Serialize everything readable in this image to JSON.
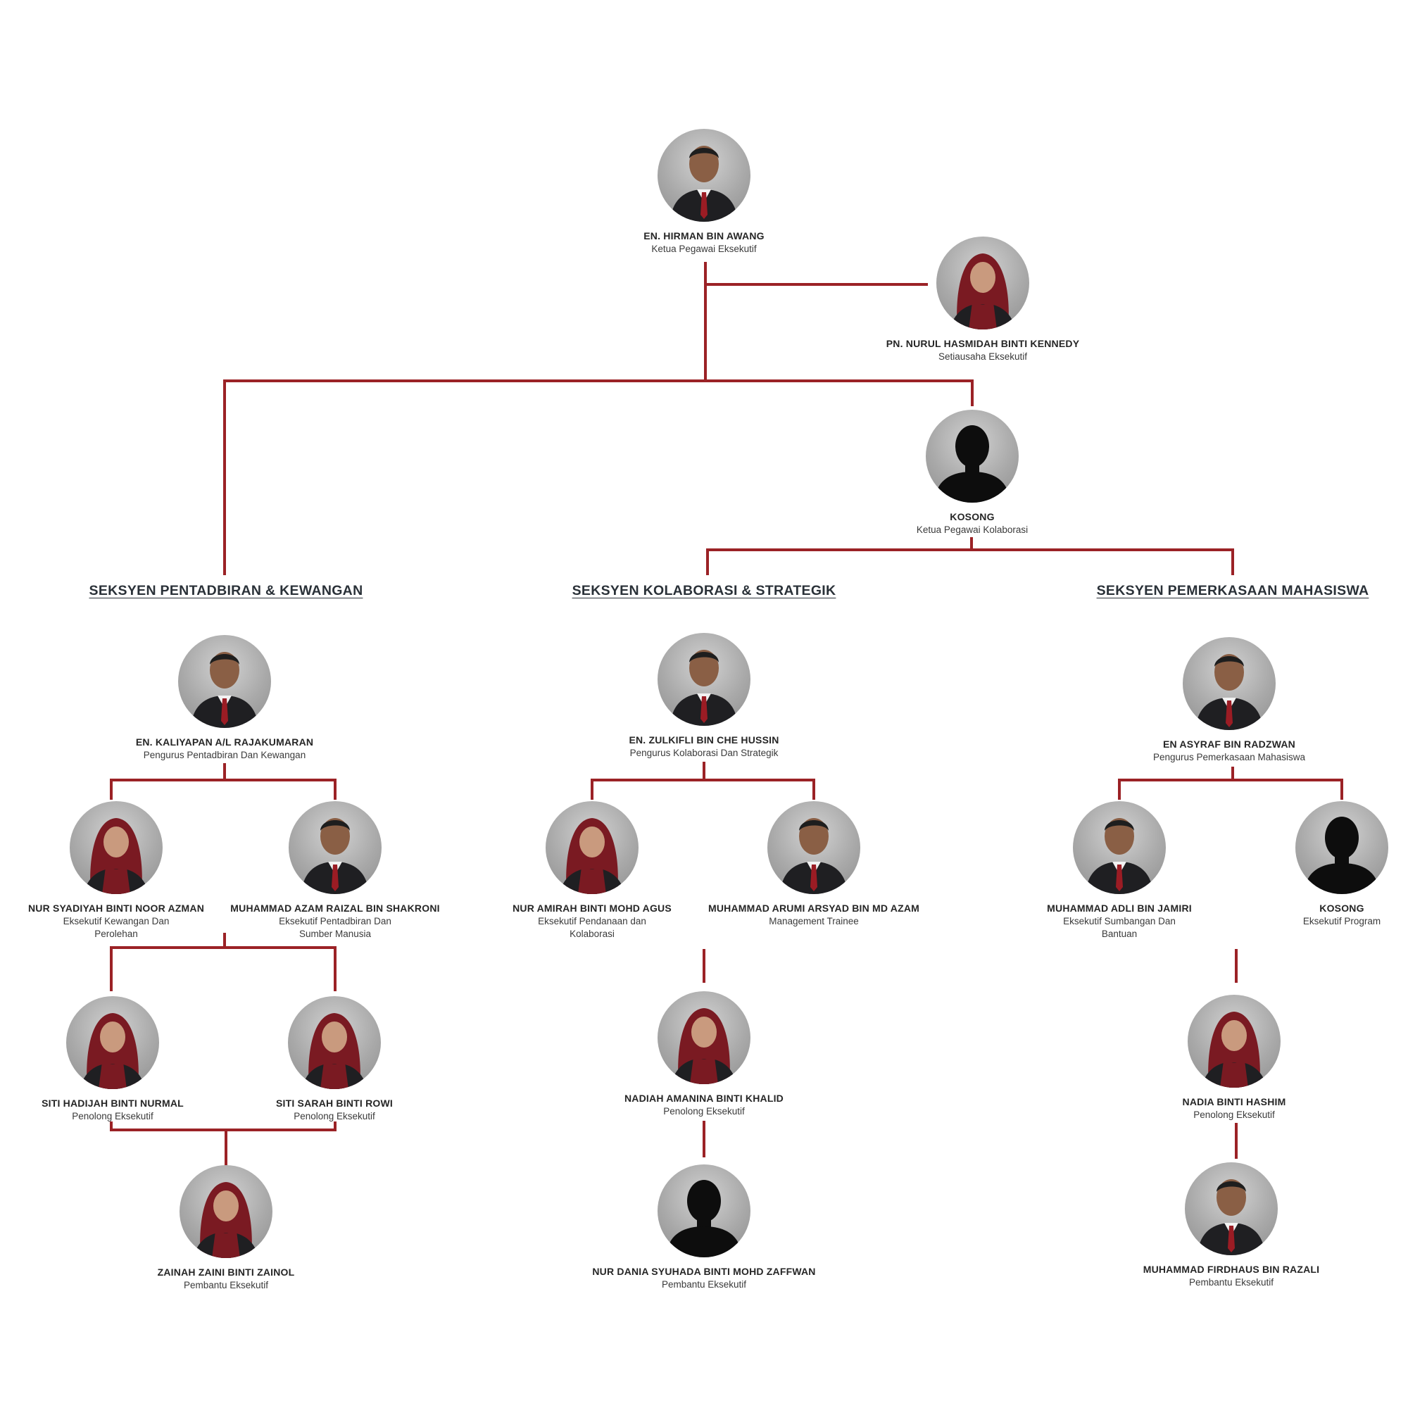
{
  "colors": {
    "connector": "#9b2226",
    "name_text": "#262626",
    "role_text": "#3a3a3a",
    "section_text": "#2a3138"
  },
  "sections": {
    "pentadbiran": "SEKSYEN PENTADBIRAN & KEWANGAN",
    "kolaborasi": "SEKSYEN KOLABORASI & STRATEGIK",
    "pemerkasaan": "SEKSYEN PEMERKASAAN MAHASISWA"
  },
  "people": {
    "ceo": {
      "name": "EN. HIRMAN BIN AWANG",
      "role": "Ketua Pegawai Eksekutif",
      "avatar": "photo-man-icon"
    },
    "secretary": {
      "name": "PN. NURUL HASMIDAH BINTI KENNEDY",
      "role": "Setiausaha Eksekutif",
      "avatar": "photo-woman-hijab-icon"
    },
    "collab_head": {
      "name": "KOSONG",
      "role": "Ketua Pegawai Kolaborasi",
      "avatar": "silhouette-icon"
    },
    "kaliyapan": {
      "name": "EN. KALIYAPAN A/L RAJAKUMARAN",
      "role": "Pengurus Pentadbiran Dan Kewangan",
      "avatar": "photo-man-icon"
    },
    "zulkifli": {
      "name": "EN. ZULKIFLI BIN CHE HUSSIN",
      "role": "Pengurus Kolaborasi Dan Strategik",
      "avatar": "photo-man-icon"
    },
    "asyraf": {
      "name": "EN ASYRAF BIN RADZWAN",
      "role": "Pengurus Pemerkasaan Mahasiswa",
      "avatar": "photo-man-icon"
    },
    "syadiyah": {
      "name": "NUR SYADIYAH BINTI NOOR AZMAN",
      "role": "Eksekutif Kewangan Dan Perolehan",
      "avatar": "photo-woman-hijab-icon"
    },
    "azam": {
      "name": "MUHAMMAD AZAM RAIZAL BIN SHAKRONI",
      "role": "Eksekutif Pentadbiran Dan Sumber Manusia",
      "avatar": "photo-man-icon"
    },
    "amirah": {
      "name": "NUR AMIRAH BINTI MOHD AGUS",
      "role": "Eksekutif Pendanaan  dan Kolaborasi",
      "avatar": "photo-woman-hijab-icon"
    },
    "arumi": {
      "name": "MUHAMMAD ARUMI ARSYAD BIN MD AZAM",
      "role": "Management Trainee",
      "avatar": "photo-man-icon"
    },
    "adli": {
      "name": "MUHAMMAD ADLI BIN JAMIRI",
      "role": "Eksekutif Sumbangan Dan Bantuan",
      "avatar": "photo-man-icon"
    },
    "kosong_program": {
      "name": "KOSONG",
      "role": "Eksekutif Program",
      "avatar": "silhouette-icon"
    },
    "hadijah": {
      "name": "SITI HADIJAH BINTI NURMAL",
      "role": "Penolong Eksekutif",
      "avatar": "photo-woman-hijab-icon"
    },
    "sarah": {
      "name": "SITI SARAH BINTI ROWI",
      "role": "Penolong Eksekutif",
      "avatar": "photo-woman-hijab-icon"
    },
    "nadiah": {
      "name": "NADIAH AMANINA BINTI KHALID",
      "role": "Penolong Eksekutif",
      "avatar": "photo-woman-hijab-icon"
    },
    "nadia": {
      "name": "NADIA BINTI HASHIM",
      "role": "Penolong Eksekutif",
      "avatar": "photo-woman-hijab-icon"
    },
    "zainah": {
      "name": "ZAINAH ZAINI BINTI ZAINOL",
      "role": "Pembantu Eksekutif",
      "avatar": "photo-woman-hijab-icon"
    },
    "dania": {
      "name": "NUR DANIA SYUHADA BINTI MOHD ZAFFWAN",
      "role": "Pembantu Eksekutif",
      "avatar": "silhouette-icon"
    },
    "firdhaus": {
      "name": "MUHAMMAD FIRDHAUS BIN RAZALI",
      "role": "Pembantu Eksekutif",
      "avatar": "photo-man-icon"
    }
  }
}
